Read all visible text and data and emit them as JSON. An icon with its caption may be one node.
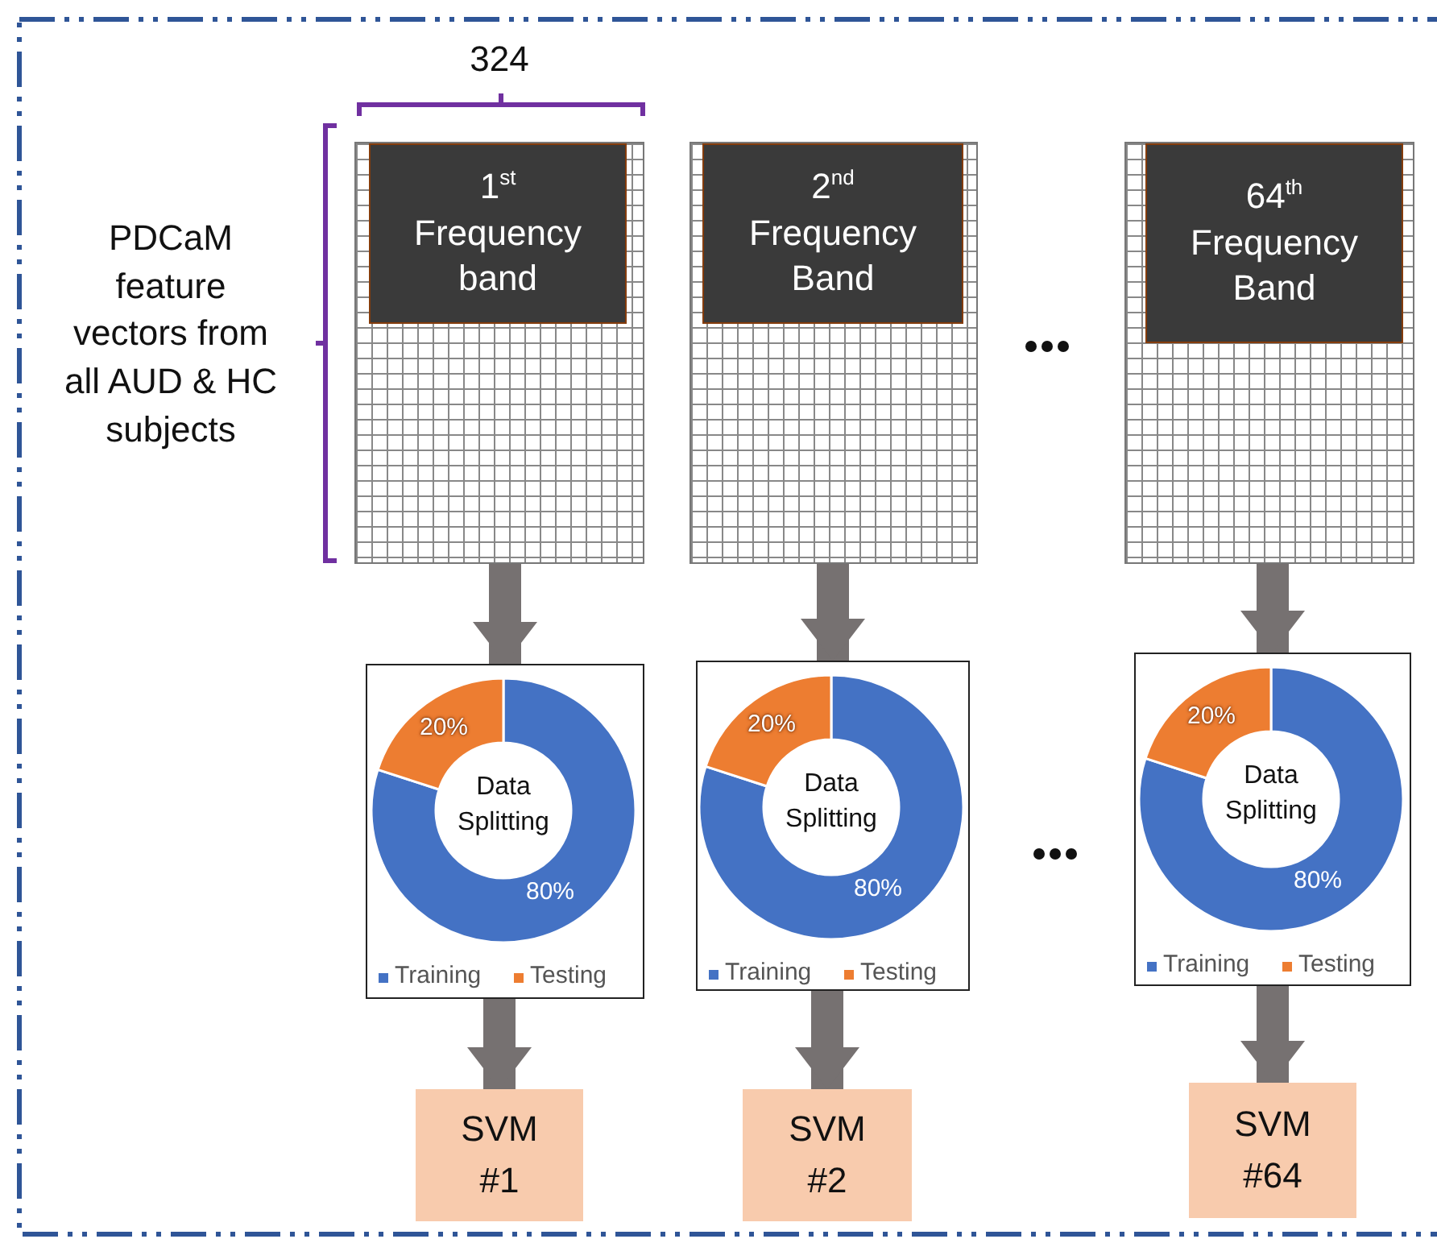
{
  "diagram": {
    "nodes": [
      {
        "text": [],
        "shape": "box"
      },
      {
        "text": [
          "1$^{st}$ Frequency band"
        ],
        "in": 0
      },
      {
        "text": [],
        "shape": "box"
      },
      {
        "text": [
          "2$^{nd}$ Frequency Band"
        ],
        "in": 2
      },
      {
        "text": [],
        "shape": "box"
      },
      {
        "text": [
          "64$^{th}$ Frequency Band"
        ],
        "in": 4
      },
      {
        "text": [
          "Data Splitting",
          "20%",
          "80%",
          "Training",
          "Testing"
        ]
      },
      {
        "text": [
          "Data Splitting",
          "20%",
          "80%",
          "Training",
          "Testing"
        ]
      },
      {
        "text": [
          "Data Splitting",
          "20%",
          "80%",
          "Training",
          "Testing"
        ]
      },
      {
        "text": [
          "SVM #1"
        ]
      },
      {
        "text": [
          "SVM #2"
        ]
      },
      {
        "text": [
          "SVM #64"
        ]
      }
    ],
    "edges": [
      {
        "from": 0,
        "to": 6,
        "arrow": "to"
      },
      {
        "from": 2,
        "to": 7,
        "arrow": "to"
      },
      {
        "from": 4,
        "to": 8,
        "arrow": "to"
      },
      {
        "from": 6,
        "to": 9,
        "arrow": "to"
      },
      {
        "from": 7,
        "to": 10,
        "arrow": "to"
      },
      {
        "from": 8,
        "to": 11,
        "arrow": "to"
      }
    ],
    "labels": [
      "324",
      "PDCaM feature vectors from all AUD & HC subjects"
    ]
  }
}
